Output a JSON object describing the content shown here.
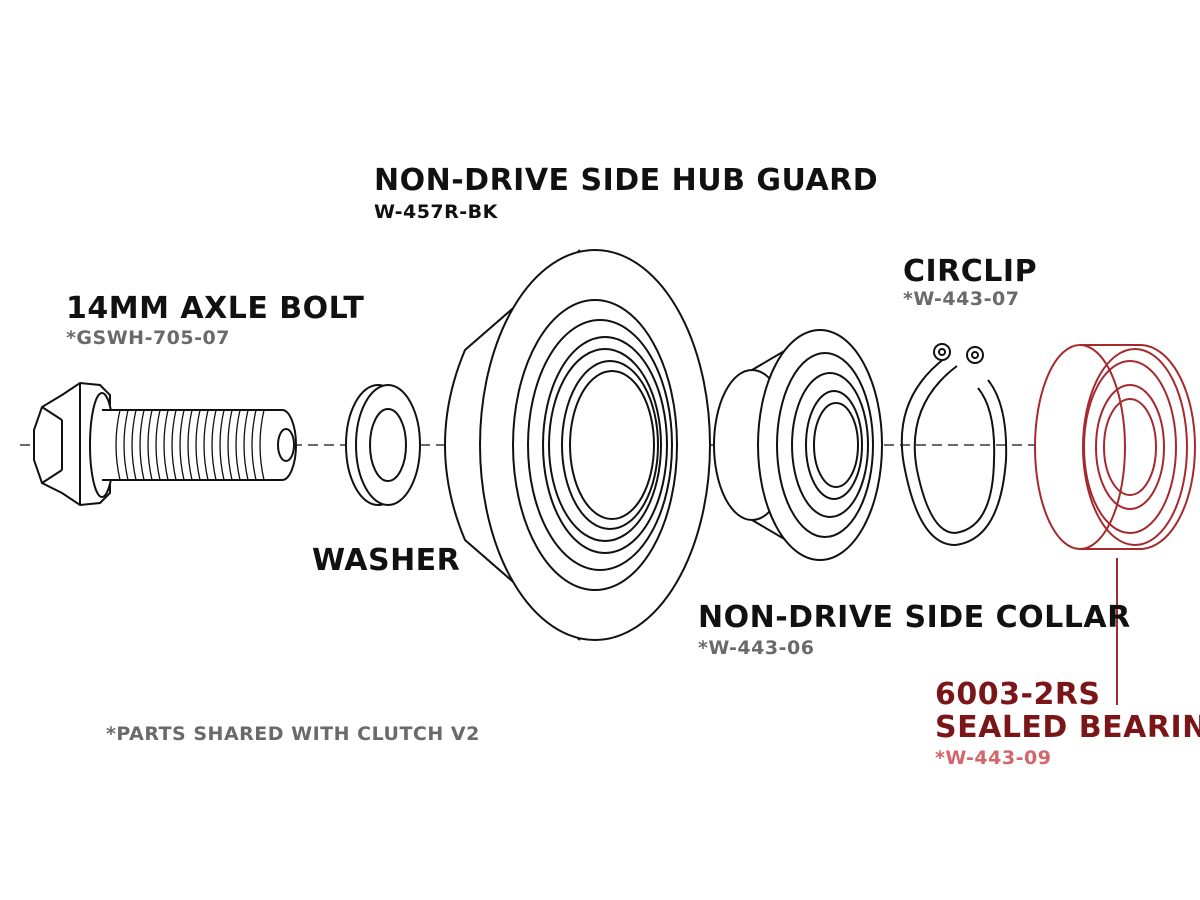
{
  "parts": {
    "hub_guard": {
      "name": "NON-DRIVE SIDE HUB GUARD",
      "code": "W-457R-BK"
    },
    "axle_bolt": {
      "name": "14MM AXLE BOLT",
      "code": "*GSWH-705-07"
    },
    "circlip": {
      "name": "CIRCLIP",
      "code": "*W-443-07"
    },
    "washer": {
      "name": "WASHER"
    },
    "collar": {
      "name": "NON-DRIVE SIDE COLLAR",
      "code": "*W-443-06"
    },
    "bearing": {
      "name_line1": "6003-2RS",
      "name_line2": "SEALED BEARING",
      "code": "*W-443-09"
    }
  },
  "footnote": "*PARTS SHARED WITH CLUTCH V2",
  "colors": {
    "line": "#111111",
    "code": "#6a6a6a",
    "bearing_line": "#a52a2e",
    "bearing_title": "#7a1518",
    "bearing_code": "#d4656a"
  }
}
